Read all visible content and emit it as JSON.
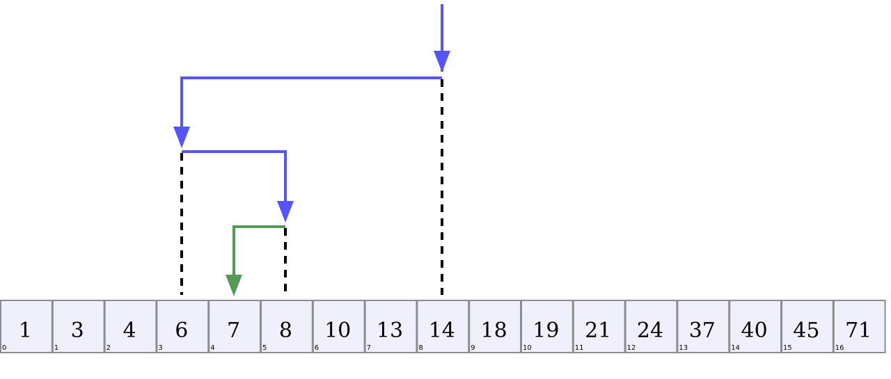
{
  "diagram": {
    "type": "binary-search-trace",
    "array": {
      "values": [
        1,
        3,
        4,
        6,
        7,
        8,
        10,
        13,
        14,
        18,
        19,
        21,
        24,
        37,
        40,
        45,
        71
      ],
      "indices": [
        0,
        1,
        2,
        3,
        4,
        5,
        6,
        7,
        8,
        9,
        10,
        11,
        12,
        13,
        14,
        15,
        16
      ]
    },
    "probes": [
      {
        "index": 8,
        "value": 14,
        "color": "#5555ff"
      },
      {
        "index": 3,
        "value": 6,
        "color": "#5555ff"
      },
      {
        "index": 5,
        "value": 8,
        "color": "#5555ff"
      },
      {
        "target_index": 4,
        "value": 7,
        "color": "#559955"
      }
    ],
    "colors": {
      "search_path": "#5555ff",
      "found_path": "#559955",
      "cell_fill": "#f0f0fc",
      "cell_border": "#8c8c8c",
      "probe_guide": "#000000"
    }
  }
}
